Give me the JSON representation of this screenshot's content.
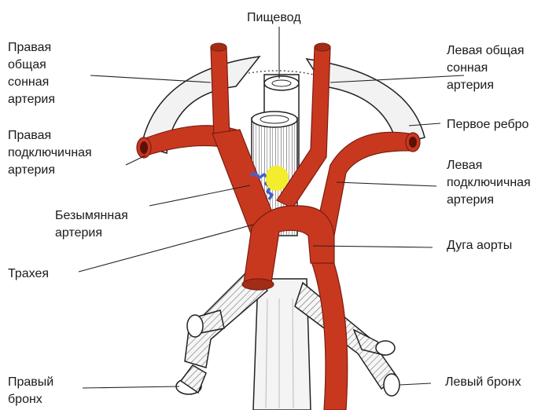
{
  "colors": {
    "artery": "#c8381f",
    "artery_edge": "#7a1d10",
    "outline": "#222222",
    "nerve": "#4a5fc1",
    "marker": "#f2ee2e",
    "background": "#ffffff"
  },
  "labels": {
    "esophagus": [
      "Пищевод"
    ],
    "right_common_carotid": [
      "Правая",
      "общая",
      "сонная",
      "артерия"
    ],
    "left_common_carotid": [
      "Левая общая",
      "сонная",
      "артерия"
    ],
    "first_rib": [
      "Первое ребро"
    ],
    "right_subclavian": [
      "Правая",
      "подключичная",
      "артерия"
    ],
    "left_subclavian": [
      "Левая",
      "подключичная",
      "артерия"
    ],
    "innominate": [
      "Безымянная",
      "артерия"
    ],
    "aortic_arch": [
      "Дуга аорты"
    ],
    "trachea": [
      "Трахея"
    ],
    "right_bronchus": [
      "Правый",
      "бронх"
    ],
    "left_bronchus": [
      "Левый бронх"
    ]
  },
  "icons": {
    "nerve": "nerve-squiggle-icon",
    "marker": "yellow-dot-marker-icon"
  }
}
